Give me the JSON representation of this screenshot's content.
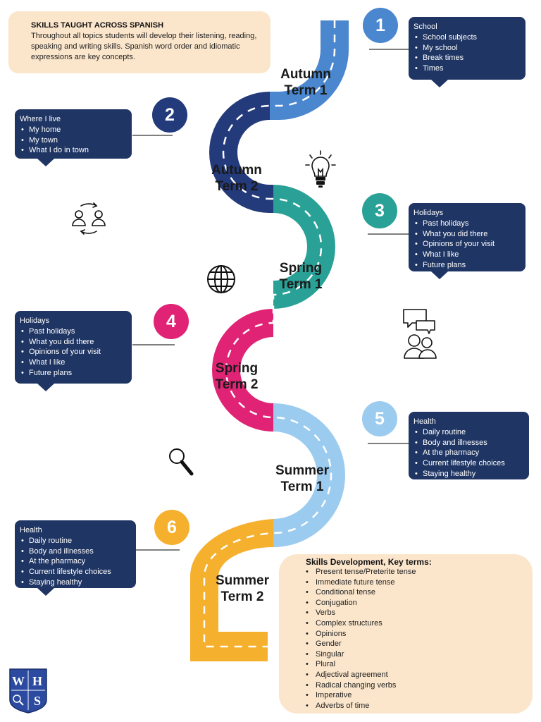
{
  "intro": {
    "title": "SKILLS TAUGHT ACROSS SPANISH",
    "text": "Throughout all topics students will develop their listening, reading, speaking and writing skills. Spanish word order and idiomatic expressions are key concepts."
  },
  "terms": [
    {
      "number": "1",
      "name": "Autumn Term 1",
      "line1": "Autumn",
      "line2": "Term 1",
      "color": "#4a87cf",
      "topic": "School",
      "items": [
        "School subjects",
        "My school",
        "Break times",
        "Times"
      ]
    },
    {
      "number": "2",
      "name": "Autumn Term 2",
      "line1": "Autumn",
      "line2": "Term 2",
      "color": "#233a7b",
      "topic": "Where I live",
      "items": [
        "My home",
        "My town",
        "What I do in town"
      ]
    },
    {
      "number": "3",
      "name": "Spring Term 1",
      "line1": "Spring",
      "line2": "Term 1",
      "color": "#2aa197",
      "topic": "Holidays",
      "items": [
        "Past holidays",
        "What you did there",
        "Opinions of your visit",
        "What I like",
        "Future plans"
      ]
    },
    {
      "number": "4",
      "name": "Spring Term 2",
      "line1": "Spring",
      "line2": "Term 2",
      "color": "#e02375",
      "topic": "Holidays",
      "items": [
        "Past holidays",
        "What you did there",
        "Opinions of your visit",
        "What I like",
        "Future plans"
      ]
    },
    {
      "number": "5",
      "name": "Summer Term 1",
      "line1": "Summer",
      "line2": "Term 1",
      "color": "#9bcbef",
      "topic": "Health",
      "items": [
        "Daily routine",
        "Body and illnesses",
        "At the pharmacy",
        "Current lifestyle choices",
        "Staying healthy"
      ]
    },
    {
      "number": "6",
      "name": "Summer Term 2",
      "line1": "Summer",
      "line2": "Term 2",
      "color": "#f5b02e",
      "topic": "Health",
      "items": [
        "Daily routine",
        "Body and illnesses",
        "At the pharmacy",
        "Current lifestyle choices",
        "Staying healthy"
      ]
    }
  ],
  "key_terms": {
    "title": "Skills Development, Key terms:",
    "items": [
      "Present tense/Preterite tense",
      "Immediate future tense",
      "Conditional tense",
      "Conjugation",
      "Verbs",
      "Complex structures",
      "Opinions",
      "Gender",
      "Singular",
      "Plural",
      "Adjectival agreement",
      "Radical changing verbs",
      "Imperative",
      "Adverbs of time"
    ]
  },
  "icons": [
    "lightbulb-icon",
    "people-exchange-icon",
    "globe-icon",
    "speech-people-icon",
    "magnifier-icon"
  ],
  "logo": {
    "letters": "WHS",
    "color": "#2b4aa0"
  },
  "bubble_color": "#1f3563",
  "panel_color": "#fbe6cc"
}
